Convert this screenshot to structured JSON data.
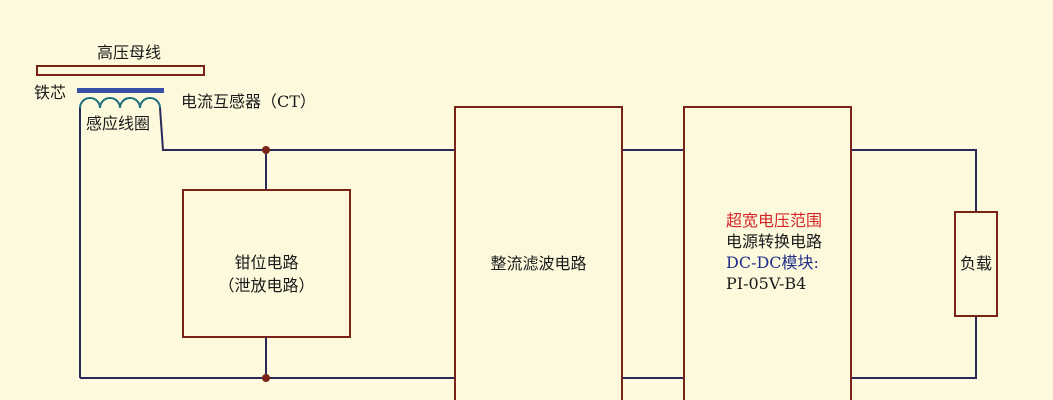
{
  "labels": {
    "busbar": "高压母线",
    "core": "铁芯",
    "ct": "电流互感器（CT）",
    "coil": "感应线圈",
    "clamp_line1": "钳位电路",
    "clamp_line2": "（泄放电路）",
    "rectifier": "整流滤波电路",
    "dcdc_line1": "超宽电压范围",
    "dcdc_line2": "电源转换电路",
    "dcdc_line3": "DC-DC模块:",
    "dcdc_line4": "PI-05V-B4",
    "load": "负载"
  },
  "colors": {
    "background": "#fdf9dd",
    "box_border": "#7a2418",
    "wire": "#2a2a5a",
    "core_bar": "#3a4fa8",
    "coil": "#1f6f7f",
    "highlight_red": "#d42626",
    "text_blue": "#1f2f8a"
  }
}
